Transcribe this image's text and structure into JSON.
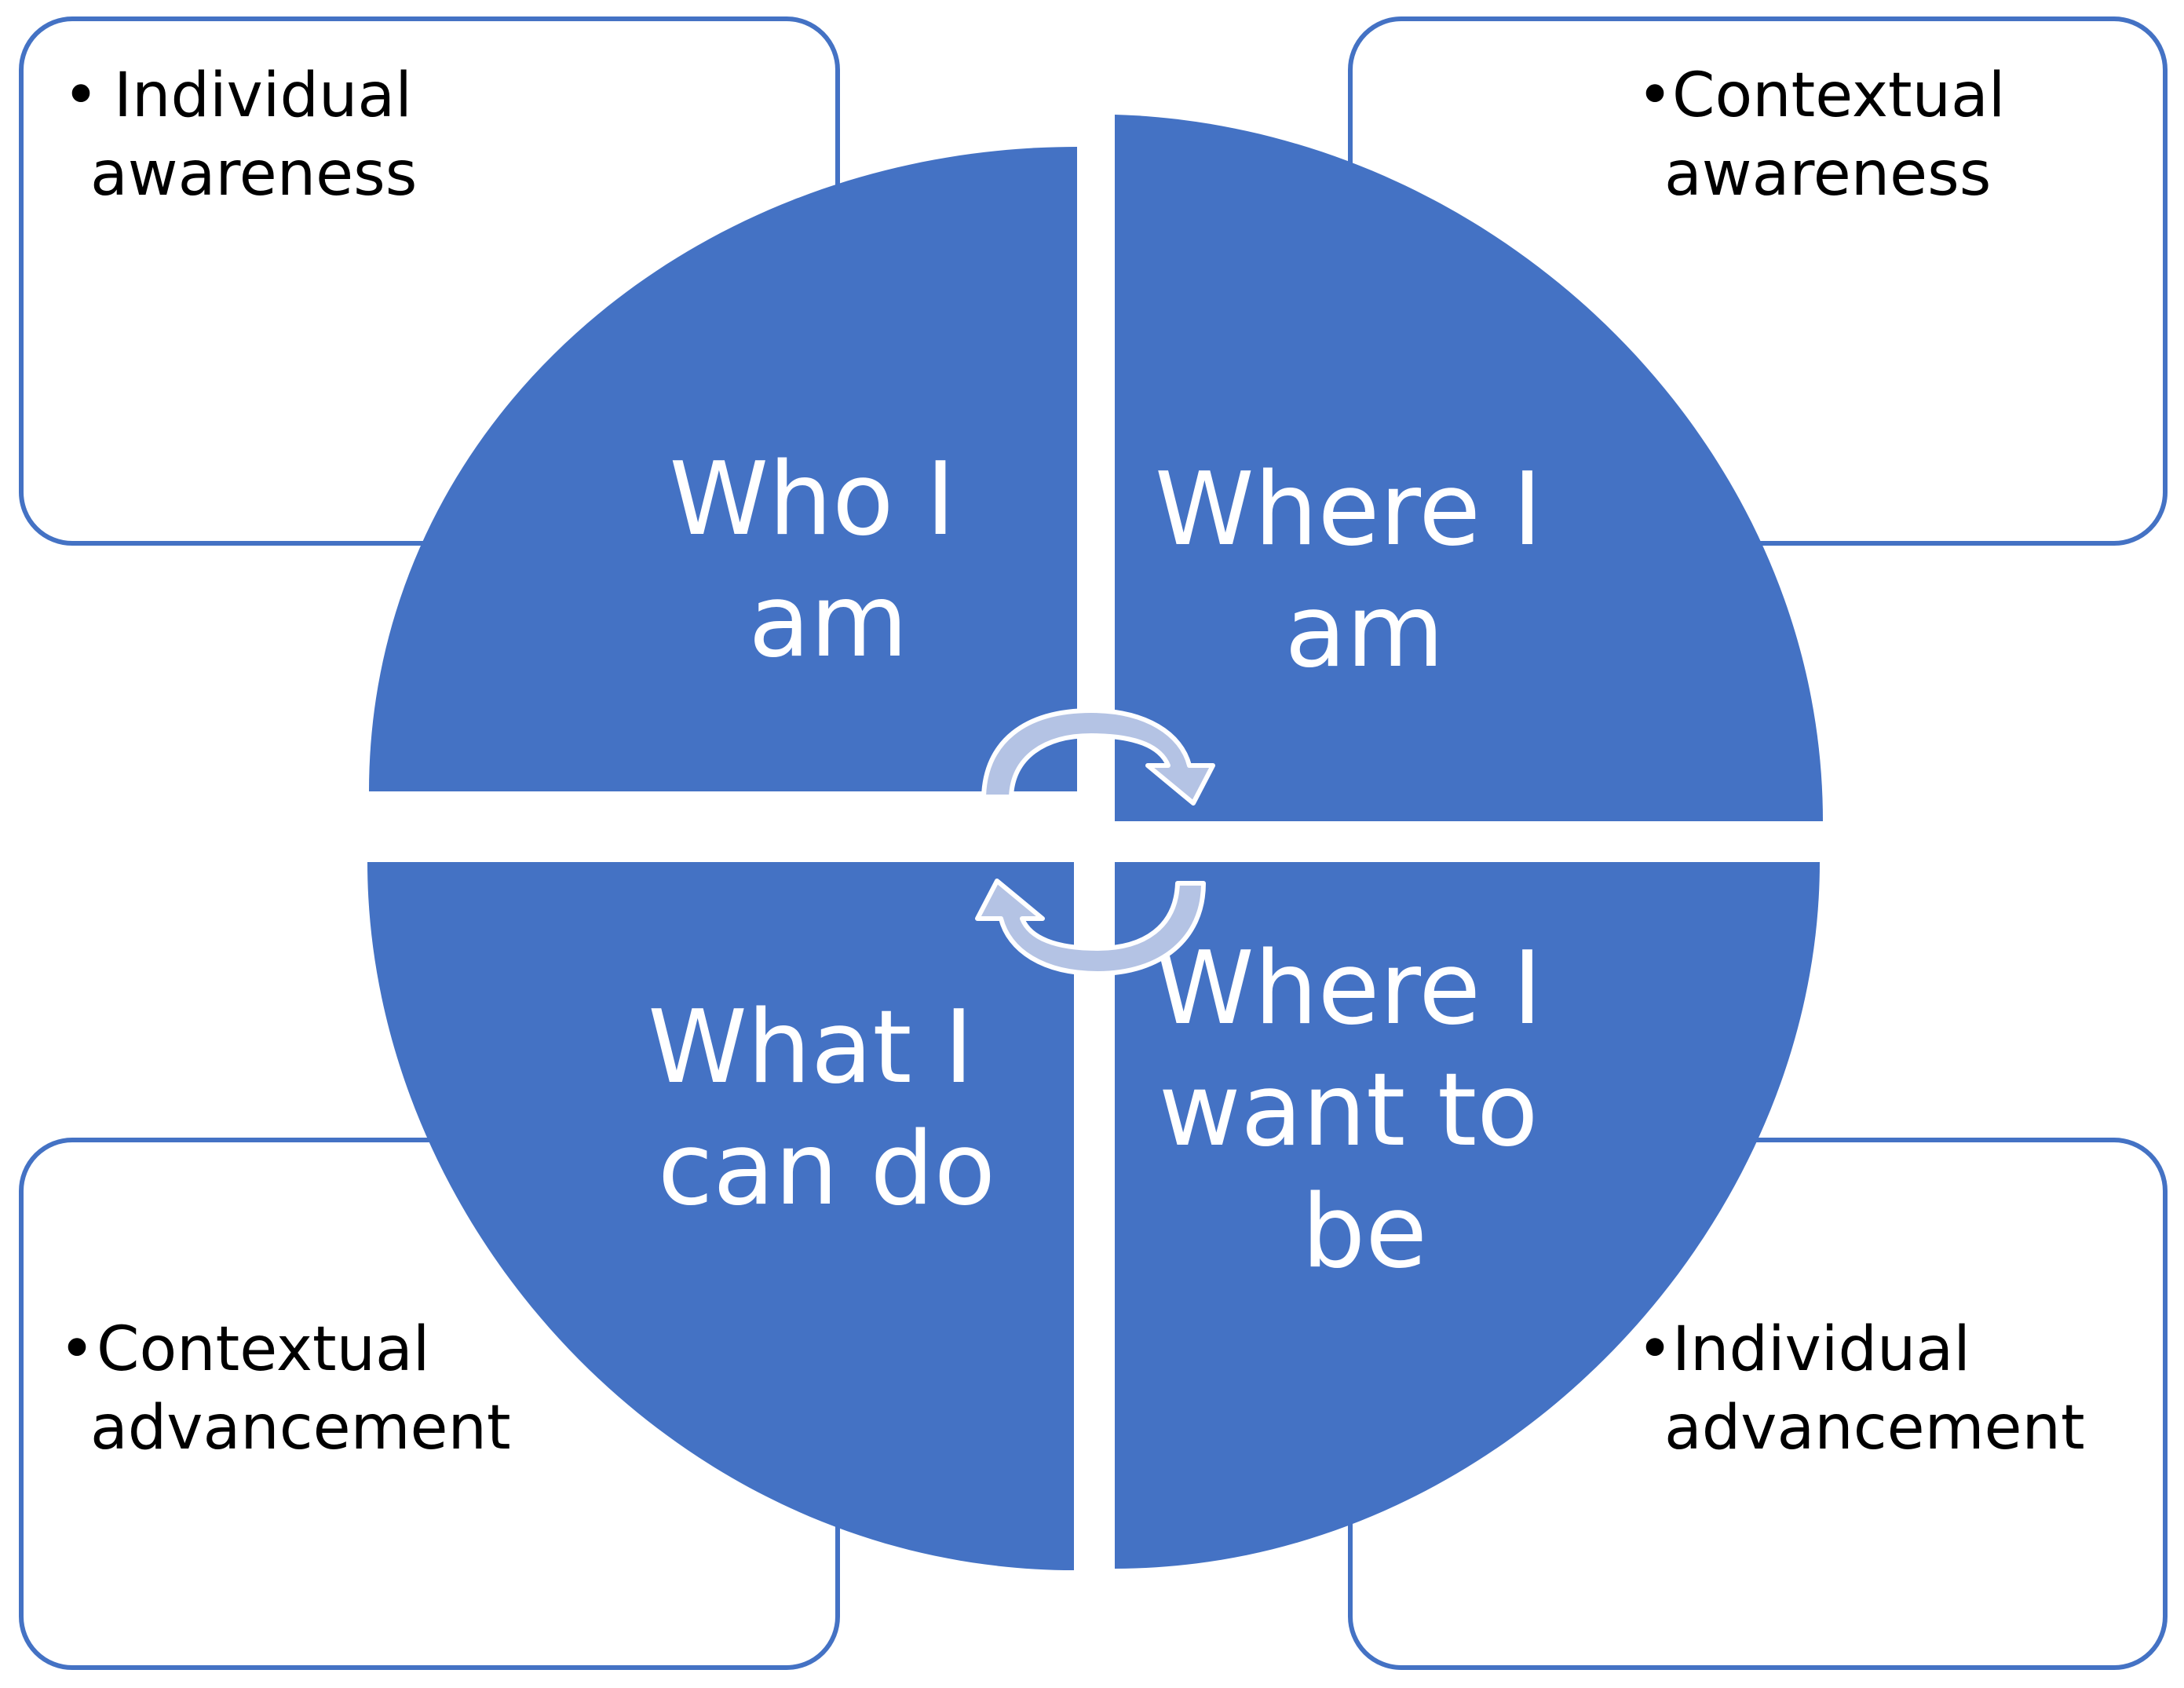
{
  "colors": {
    "quadrant_fill": "#4472c4",
    "box_border": "#4472c4",
    "arrow_fill": "#b4c3e4",
    "quadrant_text": "#ffffff",
    "box_text": "#000000"
  },
  "quadrants": {
    "top_left": {
      "lines": [
        "Who I",
        "am"
      ]
    },
    "top_right": {
      "lines": [
        "Where I",
        "am"
      ]
    },
    "bottom_left": {
      "lines": [
        "What I",
        "can do"
      ]
    },
    "bottom_right": {
      "lines": [
        "Where I",
        "want to",
        "be"
      ]
    }
  },
  "boxes": {
    "top_left": {
      "bullet": "•",
      "lines": [
        "Individual",
        "awareness"
      ]
    },
    "top_right": {
      "bullet": "•",
      "lines": [
        "Contextual",
        "awareness"
      ]
    },
    "bottom_left": {
      "bullet": "•",
      "lines": [
        "Contextual",
        "advancement"
      ]
    },
    "bottom_right": {
      "bullet": "•",
      "lines": [
        "Individual",
        "advancement"
      ]
    }
  },
  "cycle_arrows": {
    "count": 2,
    "direction": "clockwise"
  }
}
